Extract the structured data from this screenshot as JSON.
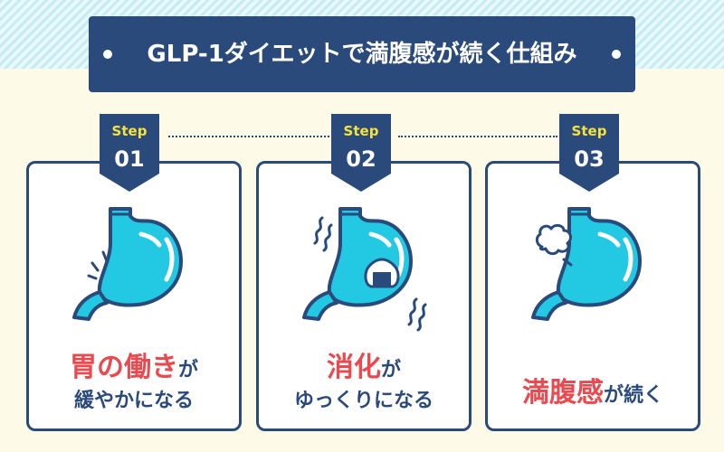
{
  "title": "GLP-1ダイエットで満腹感が続く仕組み",
  "colors": {
    "navy": "#2a4a7b",
    "cyan": "#23c8e3",
    "red": "#e94a50",
    "yellow": "#f5e23c",
    "cream": "#fdfbe8"
  },
  "steps": [
    {
      "step_label": "Step",
      "number": "01",
      "icon": "stomach-with-movement-lines-icon",
      "caption_emph": "胃の働き",
      "caption_line1_rest": "が",
      "caption_line2": "緩やかになる"
    },
    {
      "step_label": "Step",
      "number": "02",
      "icon": "stomach-with-rice-ball-icon",
      "caption_emph": "消化",
      "caption_line1_rest": "が",
      "caption_line2": "ゆっくりになる"
    },
    {
      "step_label": "Step",
      "number": "03",
      "icon": "stomach-with-puff-icon",
      "caption_emph": "満腹感",
      "caption_line1_rest": "が続く",
      "caption_line2": ""
    }
  ]
}
